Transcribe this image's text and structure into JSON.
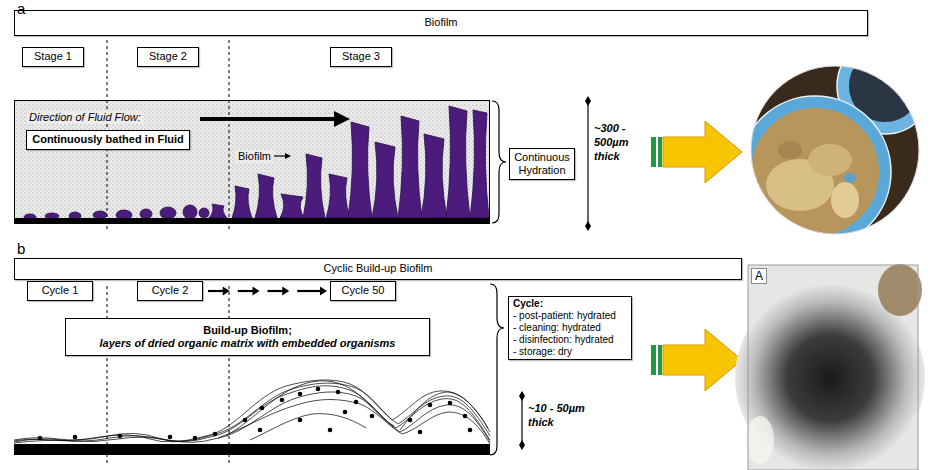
{
  "diagram": {
    "nodes": [
      {
        "text": [
          "Biofilm"
        ]
      },
      {
        "text": [
          "Stage 1"
        ]
      },
      {
        "text": [
          "Stage 2"
        ]
      },
      {
        "text": [
          "Stage 3"
        ]
      },
      {
        "text": [
          "Direction of Fluid Flow:",
          "Biofilm"
        ]
      },
      {
        "text": [
          "Continuously bathed in Fluid"
        ],
        "in": 4
      },
      {
        "text": [
          "Continuous Hydration"
        ]
      },
      {
        "text": [
          "Cyclic Build-up Biofilm"
        ]
      },
      {
        "text": [
          "Cycle 1"
        ]
      },
      {
        "text": [
          "Cycle 2"
        ]
      },
      {
        "text": [
          "Cycle 50"
        ]
      },
      {
        "text": [
          "Build-up Biofilm;",
          "layers of dried organic matrix with embedded organisms"
        ]
      },
      {
        "text": [
          "Cycle:",
          "- post-patient: hydrated",
          "- cleaning: hydrated",
          "- disinfection: hydrated",
          "- storage: dry"
        ]
      }
    ],
    "edges": [
      {
        "from": 9,
        "to": 10,
        "arrow": "to"
      }
    ],
    "labels": [
      "a",
      "b",
      "~300 - 500µm thick",
      "~10 - 50µm thick",
      "A"
    ]
  }
}
